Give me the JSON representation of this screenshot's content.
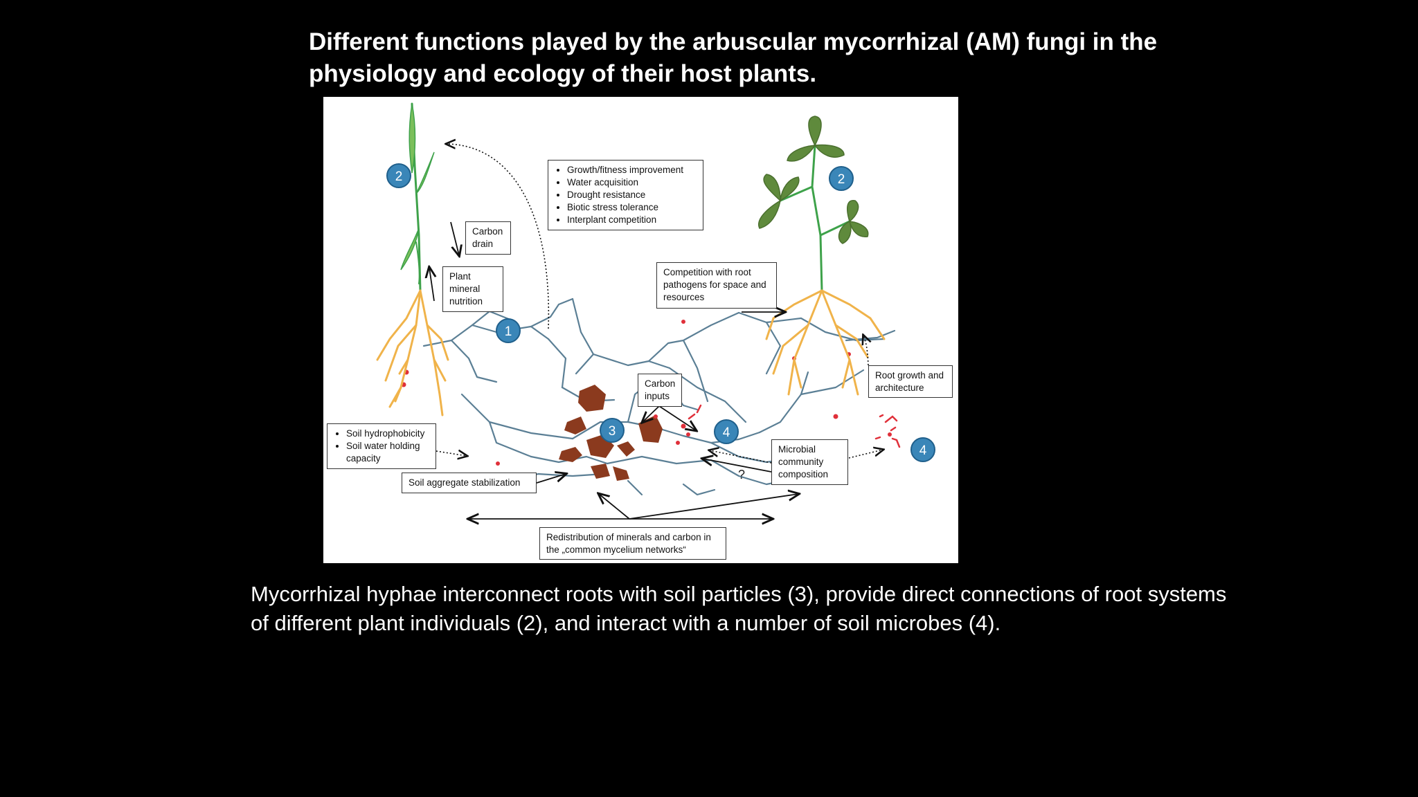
{
  "title": "Different functions played by the arbuscular mycorrhizal (AM) fungi in the physiology and ecology of their host plants.",
  "caption": "Mycorrhizal hyphae interconnect roots with soil particles (3), provide direct connections of root systems of different plant individuals (2), and interact with a number of soil microbes (4).",
  "diagram": {
    "badges": {
      "one": "1",
      "two_left": "2",
      "two_right": "2",
      "three": "3",
      "four_center": "4",
      "four_right": "4"
    },
    "benefits_list": [
      "Growth/fitness improvement",
      "Water acquisition",
      "Drought resistance",
      "Biotic stress tolerance",
      "Interplant competition"
    ],
    "carbon_drain": "Carbon drain",
    "plant_mineral_nutrition": "Plant mineral nutrition",
    "competition_pathogens": "Competition with root pathogens for space and resources",
    "root_growth": "Root growth and architecture",
    "carbon_inputs": "Carbon inputs",
    "soil_properties": [
      "Soil hydrophobicity",
      "Soil water holding capacity"
    ],
    "soil_aggregate": "Soil aggregate stabilization",
    "microbial_community": "Microbial community composition",
    "question_mark": "?",
    "redistribution": "Redistribution of minerals and carbon in the „common mycelium networks“"
  },
  "colors": {
    "background": "#000000",
    "figure_bg": "#ffffff",
    "hyphae": "#5b7f95",
    "root": "#f0b34a",
    "leaf": "#5f8a3c",
    "stem": "#3ea24a",
    "soil_particle": "#8b3a1e",
    "microbe": "#e0303a",
    "badge": "#3a86b8"
  }
}
